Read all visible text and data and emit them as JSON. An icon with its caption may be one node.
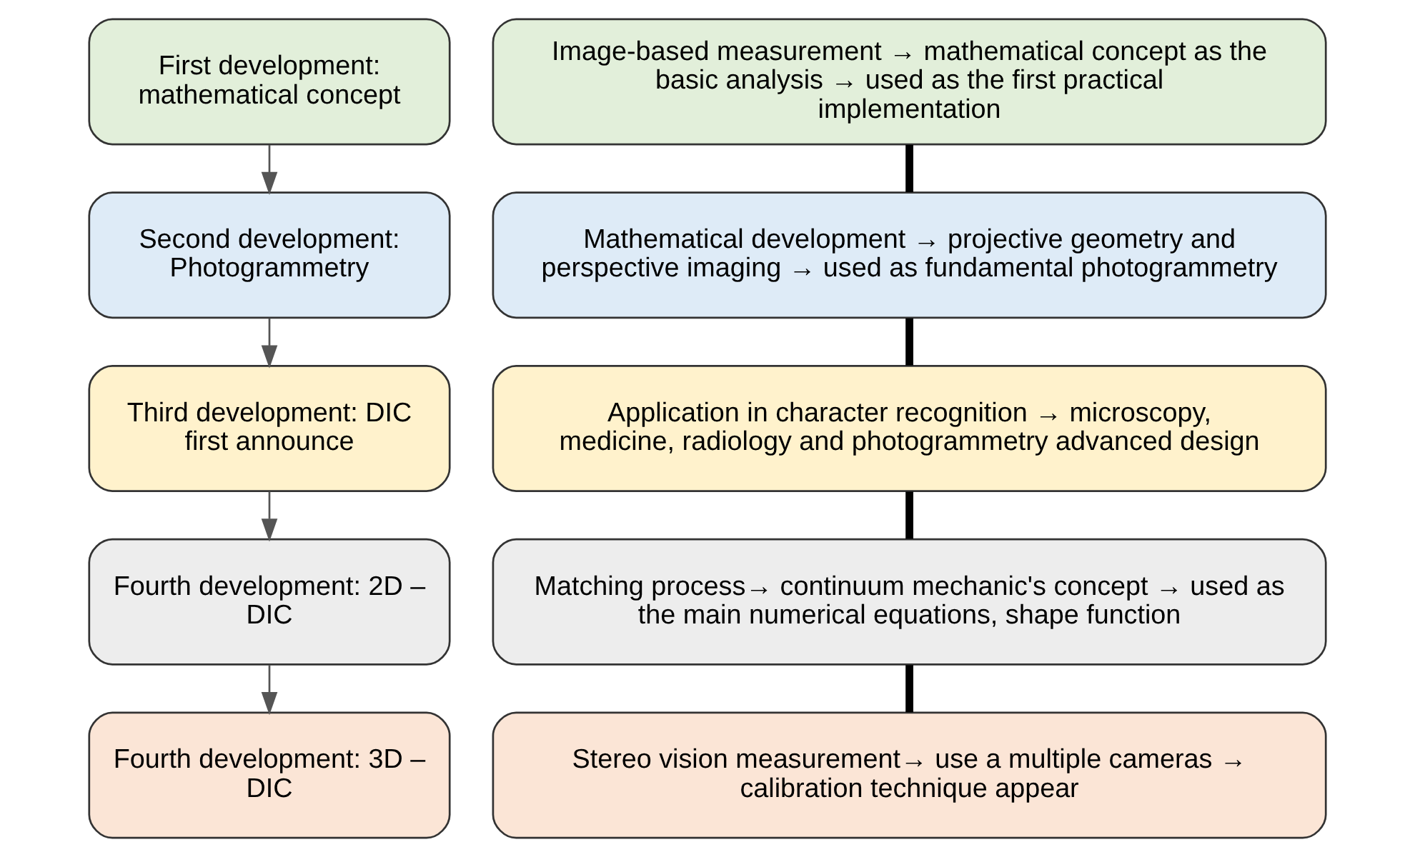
{
  "diagram": {
    "nodes": [
      {
        "text": [
          "First development: mathematical concept"
        ]
      },
      {
        "text": [
          "Image-based measurement → mathematical concept as the basic analysis → used as the first practical implementation"
        ]
      },
      {
        "text": [
          "Second development: Photogrammetry"
        ]
      },
      {
        "text": [
          "Mathematical development → projective geometry and perspective imaging → used as fundamental photogrammetry"
        ]
      },
      {
        "text": [
          "Third development: DIC first announce"
        ]
      },
      {
        "text": [
          "Application in character recognition → microscopy, medicine, radiology and photogrammetry advanced design"
        ]
      },
      {
        "text": [
          "Fourth development: 2D – DIC"
        ]
      },
      {
        "text": [
          "Matching process→ continuum mechanic's concept → used as the main numerical equations, shape function"
        ]
      },
      {
        "text": [
          "Fourth development: 3D – DIC"
        ]
      },
      {
        "text": [
          "Stereo vision measurement→ use a multiple cameras → calibration technique appear"
        ]
      }
    ],
    "edges": [
      {
        "from": 0,
        "to": 2,
        "arrow": "to"
      },
      {
        "from": 2,
        "to": 4,
        "arrow": "to"
      },
      {
        "from": 4,
        "to": 6,
        "arrow": "to"
      },
      {
        "from": 6,
        "to": 8,
        "arrow": "to"
      },
      {
        "from": 1,
        "to": 3,
        "arrow": "none",
        "style": "thick"
      },
      {
        "from": 3,
        "to": 5,
        "arrow": "none",
        "style": "thick"
      },
      {
        "from": 5,
        "to": 7,
        "arrow": "none",
        "style": "thick"
      },
      {
        "from": 7,
        "to": 9,
        "arrow": "none",
        "style": "thick"
      }
    ]
  }
}
